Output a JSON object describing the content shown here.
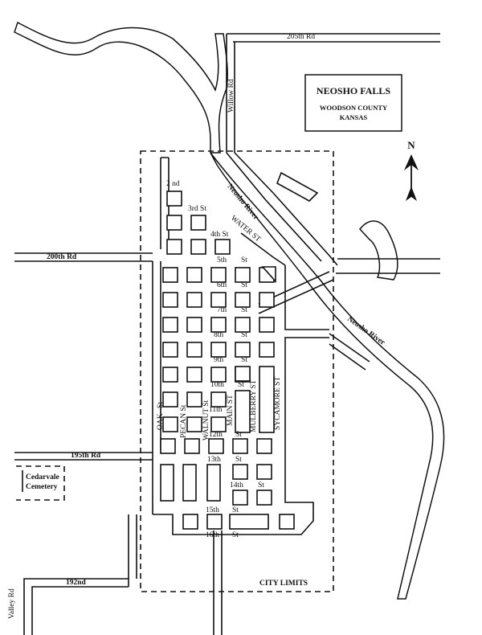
{
  "title_box": {
    "title": "NEOSHO FALLS",
    "subtitle_line1": "WOODSON COUNTY",
    "subtitle_line2": "KANSAS"
  },
  "north_arrow": {
    "label": "N",
    "icon": "north-arrow-icon"
  },
  "roads": {
    "r205": "205th Rd",
    "willow": "Willow Rd",
    "r200": "200th Rd",
    "r195": "195th Rd",
    "r192": "192nd",
    "valley": "Valley Rd"
  },
  "river": {
    "name_upper": "Neosho River",
    "name_lower": "Neosho River"
  },
  "streets": {
    "s2nd": "2 nd",
    "s3rd": "3rd St",
    "s4th": "4th St",
    "water": "WATER ST",
    "s5th": "5th",
    "s5th_st": "St",
    "s6th": "6th",
    "s6th_st": "St",
    "s7th": "7th",
    "s7th_st": "St",
    "s8th": "8th",
    "s8th_st": "St",
    "s9th": "9th",
    "s9th_st": "St",
    "s10th": "10th",
    "s10th_st": "St",
    "s11th": "11th",
    "s12th": "12th",
    "s12th_st": "St",
    "s13th": "13th",
    "s13th_st": "St",
    "s14th": "14th",
    "s14th_st": "St",
    "s15th": "15th",
    "s15th_st": "St",
    "s16th": "16th",
    "s16th_st": "St",
    "oak": "OAK",
    "oak_st": "St",
    "pecan": "PECAN St",
    "walnut": "WALNUT St",
    "main": "MAIN ST",
    "mulberry": "MULBERRY ST",
    "sycamore": "SYCAMORE ST"
  },
  "places": {
    "cemetery_line1": "Cedarvale",
    "cemetery_line2": "Cemetery",
    "city_limits": "CITY LIMITS"
  }
}
